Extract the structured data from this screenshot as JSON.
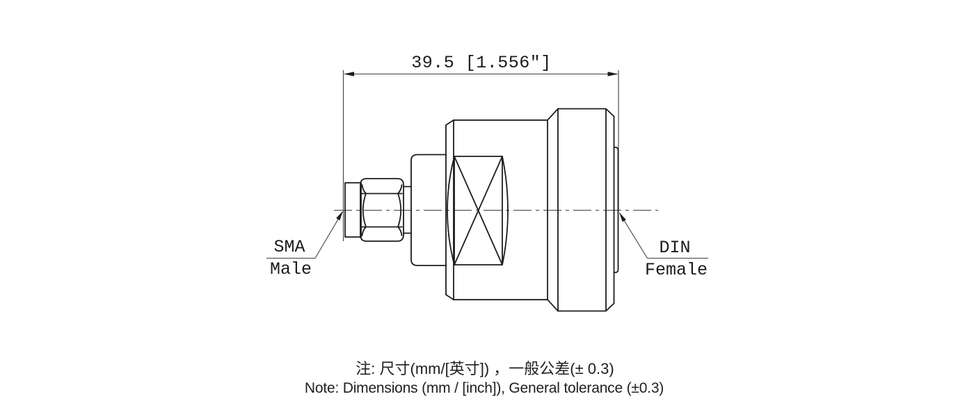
{
  "drawing": {
    "type": "technical-drawing",
    "subject": "RF coaxial adapter, SMA Male to DIN Female, side view",
    "dimension": {
      "text": "39.5 [1.556″]",
      "value_mm": 39.5,
      "value_inch": 1.556
    },
    "connector_labels": {
      "left": {
        "line1": "SMA",
        "line2": "Male"
      },
      "right": {
        "line1": "DIN",
        "line2": "Female"
      }
    },
    "notes": {
      "zh": "注: 尺寸(mm/[英寸]) ，一般公差(± 0.3)",
      "en": "Note: Dimensions (mm / [inch]), General tolerance (±0.3)"
    },
    "colors": {
      "background": "#ffffff",
      "outline": "#1c1c1c",
      "thin_line": "#3f3f3f"
    }
  }
}
